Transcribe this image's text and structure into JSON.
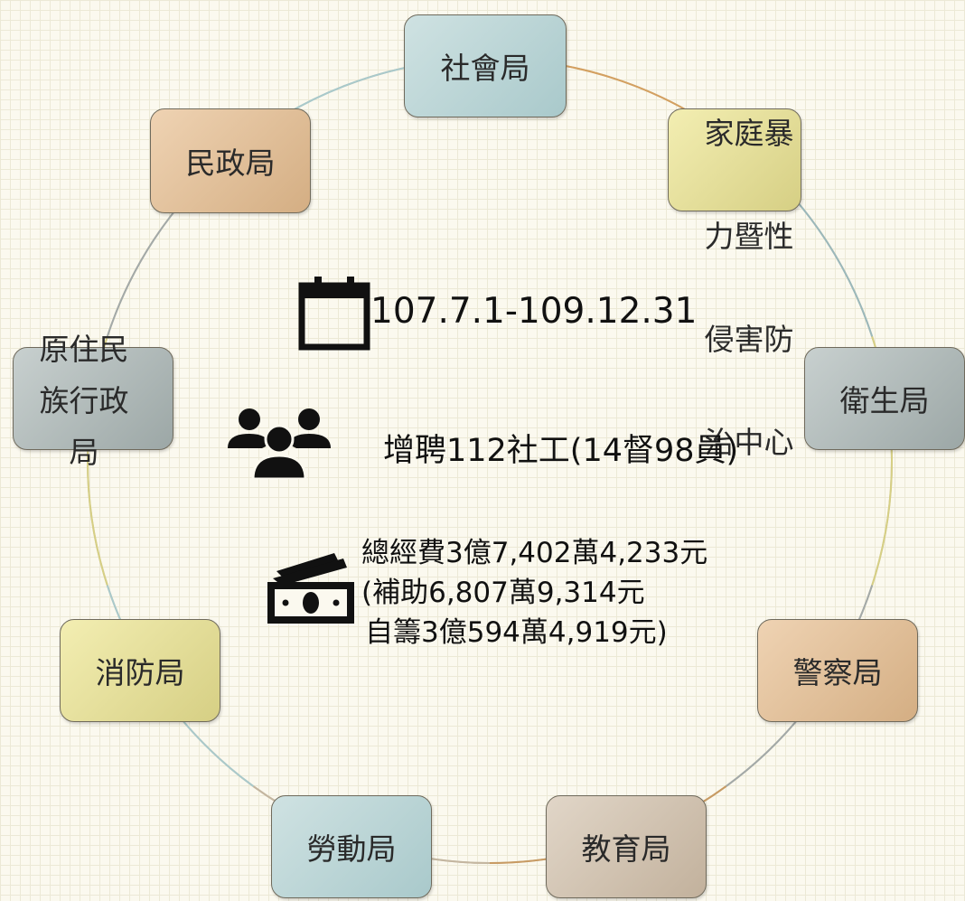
{
  "nodes": {
    "social": "社會局",
    "domestic_violence_line1": "家庭暴",
    "domestic_violence_line2": "力暨性",
    "domestic_violence_line3": "侵害防",
    "domestic_violence_line4": "治中心",
    "health": "衛生局",
    "police": "警察局",
    "education": "教育局",
    "labor": "勞動局",
    "fire": "消防局",
    "indigenous": "原住民\n族行政\n局",
    "civil": "民政局"
  },
  "center": {
    "period": "107.7.1-109.12.31",
    "staff": "增聘112社工(14督98員)",
    "budget_line1": "總經費3億7,402萬4,233元",
    "budget_line2": "(補助6,807萬9,314元",
    "budget_line3": "自籌3億594萬4,919元)"
  },
  "icons": {
    "calendar": "calendar-icon",
    "people": "people-group-icon",
    "money": "money-bills-icon"
  },
  "colors": {
    "ring_segments": [
      "#d4a060",
      "#9bb8bb",
      "#d6cf84",
      "#a3a9a8",
      "#c89a62",
      "#c4b6a0",
      "#a9c9cb",
      "#d6cf84",
      "#a3a9a8",
      "#a9c9cb"
    ]
  }
}
